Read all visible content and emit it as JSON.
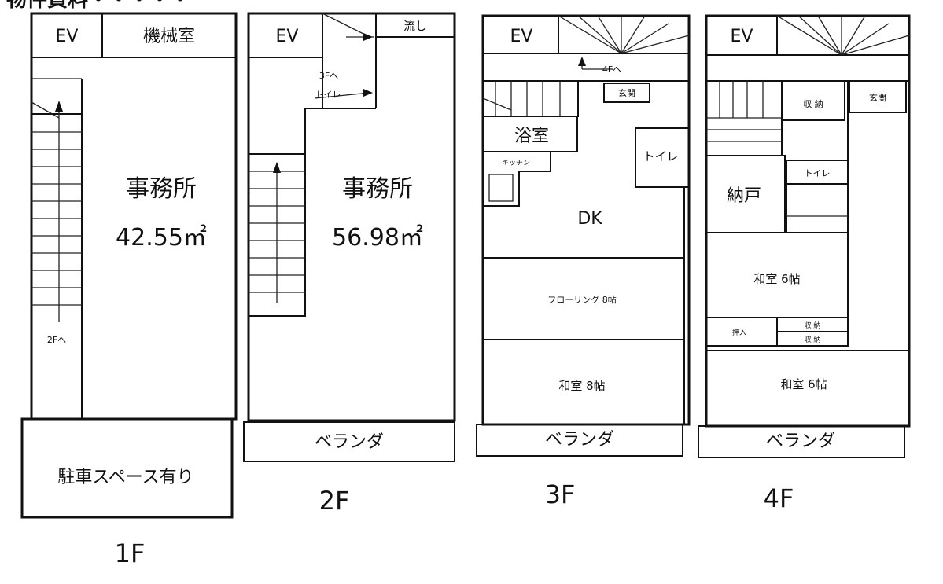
{
  "header": {
    "title_fragment": "物件資料・・・・・"
  },
  "floors": {
    "f1": {
      "label": "1F",
      "rooms": {
        "ev": "EV",
        "machine_room": "機械室",
        "office": "事務所",
        "office_area": "42.55㎡",
        "stairs_to": "2Fへ",
        "parking": "駐車スペース有り"
      }
    },
    "f2": {
      "label": "2F",
      "rooms": {
        "ev": "EV",
        "sink": "流し",
        "stairs_to": "3Fへ",
        "toilet_arrow": "トイレ",
        "office": "事務所",
        "office_area": "56.98㎡",
        "veranda": "ベランダ"
      }
    },
    "f3": {
      "label": "3F",
      "rooms": {
        "ev": "EV",
        "stairs_to": "4Fへ",
        "entrance": "玄関",
        "bathroom": "浴室",
        "toilet": "トイレ",
        "kitchen": "キッチン",
        "dk": "DK",
        "flooring": "フローリング 8帖",
        "washitsu": "和室 8帖",
        "veranda": "ベランダ"
      }
    },
    "f4": {
      "label": "4F",
      "rooms": {
        "ev": "EV",
        "storage": "収 納",
        "entrance": "玄関",
        "toilet": "トイレ",
        "nando": "納戸",
        "washitsu_upper": "和室 6帖",
        "oshiire": "押入",
        "closet_a": "収 納",
        "closet_b": "収 納",
        "washitsu_lower": "和室 6帖",
        "veranda": "ベランダ"
      }
    }
  }
}
